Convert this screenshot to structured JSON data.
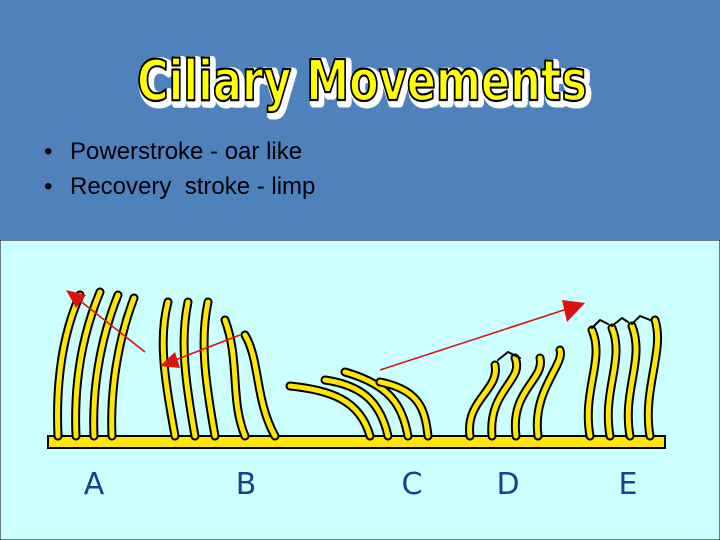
{
  "slide": {
    "title": "Ciliary Movements",
    "bullets": [
      "Powerstroke - oar like",
      "Recovery  stroke - limp"
    ]
  },
  "diagram": {
    "labels": [
      "A",
      "B",
      "C",
      "D",
      "E"
    ]
  },
  "colors": {
    "background": "#4f81bd",
    "panel": "#ccffff",
    "title_fill": "#ffff00",
    "cilia_fill": "#ffe600",
    "outline": "#000000",
    "arrow": "#dd1111",
    "label": "#1d3f8f"
  }
}
